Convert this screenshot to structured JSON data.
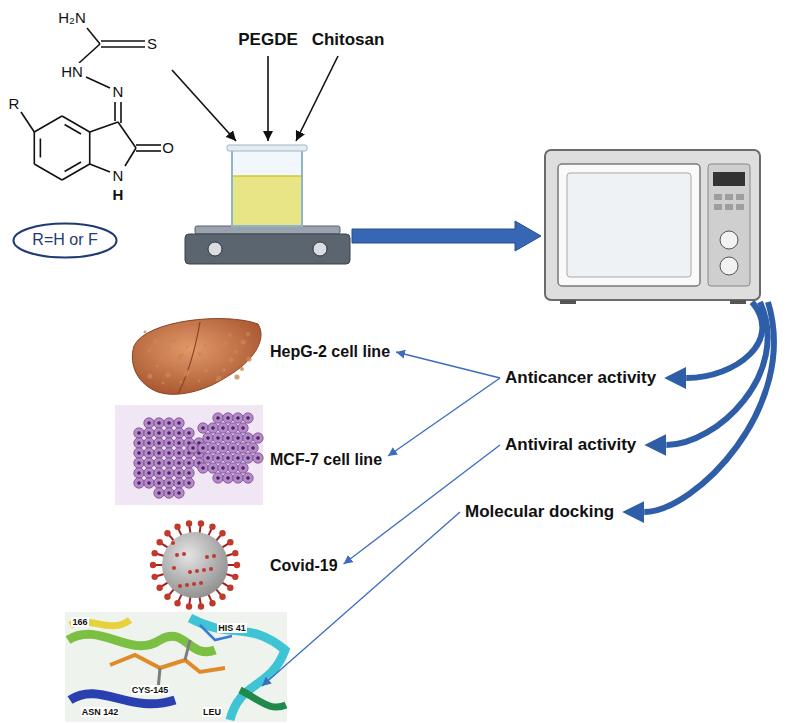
{
  "diagram": {
    "nodes": [
      {
        "text": [
          "R=H or F"
        ]
      }
    ],
    "labels": [
      "H₂N",
      "S",
      "HN",
      "N",
      "O",
      "N",
      "H",
      "R",
      "PEGDE",
      "Chitosan",
      "HepG-2 cell line",
      "Anticancer activity",
      "MCF-7 cell line",
      "Antiviral activity",
      "Covid-19",
      "Molecular docking",
      "166",
      "HIS 41",
      "CYS-145",
      "ASN 142",
      "LEU"
    ]
  }
}
